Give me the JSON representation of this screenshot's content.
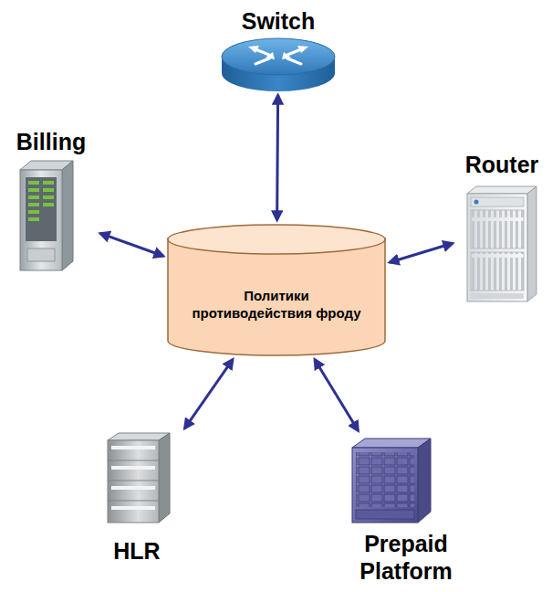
{
  "diagram": {
    "nodes": [
      {
        "text": [
          "Switch"
        ]
      },
      {
        "text": [
          "Billing"
        ]
      },
      {
        "text": [
          "Router"
        ]
      },
      {
        "text": [
          "Политики противодействия фроду"
        ]
      },
      {
        "text": [
          "HLR"
        ]
      },
      {
        "text": [
          "Prepaid Platform"
        ]
      }
    ],
    "edges": [
      {
        "from": 3,
        "to": 0,
        "arrow": "both"
      },
      {
        "from": 3,
        "to": 1,
        "arrow": "both"
      },
      {
        "from": 3,
        "to": 2,
        "arrow": "both"
      },
      {
        "from": 3,
        "to": 4,
        "arrow": "both"
      },
      {
        "from": 3,
        "to": 5,
        "arrow": "both"
      }
    ]
  }
}
